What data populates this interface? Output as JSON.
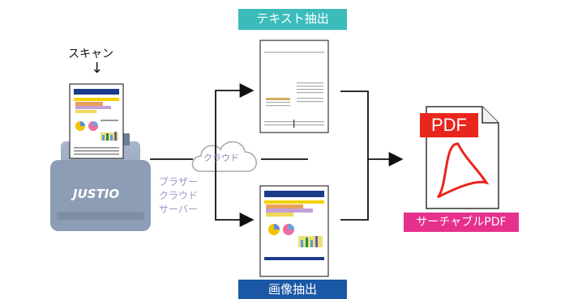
{
  "scan": {
    "label": "スキャン",
    "arrow": "↓"
  },
  "scanner": {
    "brand": "JUSTIO"
  },
  "cloud": {
    "label": "クラウド"
  },
  "server": {
    "lines": [
      "ブラザー",
      "クラウド",
      "サーバー"
    ]
  },
  "outputs": {
    "text_extraction": "テキスト抽出",
    "image_extraction": "画像抽出"
  },
  "pdf": {
    "icon_label": "PDF",
    "badge": "サーチャブルPDF"
  },
  "colors": {
    "text_label_bg": "#3bbcbb",
    "image_label_bg": "#1a58a6",
    "pdf_red": "#e8261d",
    "badge_pink": "#e6318c",
    "scanner_body": "#8f9fb8"
  }
}
